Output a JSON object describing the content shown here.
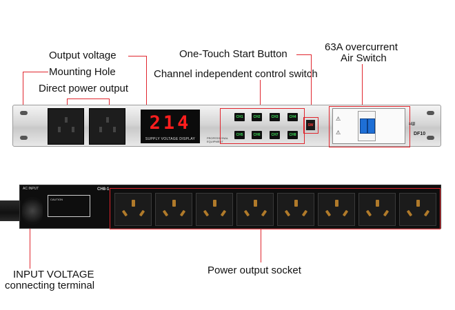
{
  "labels": {
    "output_voltage": "Output voltage",
    "mounting_hole": "Mounting Hole",
    "direct_power_output": "Direct power output",
    "one_touch_start": "One-Touch Start Button",
    "channel_switch": "Channel independent control switch",
    "air_switch_line1": "63A overcurrent",
    "air_switch_line2": "Air Switch",
    "input_voltage_line1": "INPUT VOLTAGE",
    "input_voltage_line2": "connecting terminal",
    "power_output_socket": "Power output socket"
  },
  "front_panel": {
    "display_value": "214",
    "display_caption": "SUPPLY VOLTAGE DISPLAY",
    "small_text_1": "PROFESSIONAL",
    "small_text_2": "EQUIPMENT",
    "channels": [
      "CH1",
      "CH2",
      "CH3",
      "CH4",
      "CH5",
      "CH6",
      "CH7",
      "CH8"
    ],
    "switch_label": "SW",
    "model": "DF10"
  },
  "rear_panel": {
    "ac_input": "AC INPUT",
    "group_label": "CH8-1",
    "caution_text": "CAUTION"
  },
  "colors": {
    "callout": "#e0242c",
    "display_digits": "#ff1e1e",
    "channel_led": "#3fe05a",
    "breaker_handle": "#1e6fd6"
  }
}
